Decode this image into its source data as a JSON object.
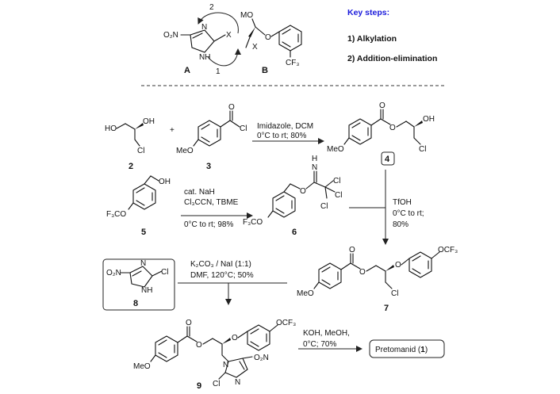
{
  "key_steps": {
    "title": "Key steps:",
    "title_color": "#1a1adb",
    "step1": "1) Alkylation",
    "step2": "2) Addition-elimination"
  },
  "top": {
    "label_a": "A",
    "label_b": "B",
    "arrow1": "1",
    "arrow2": "2",
    "no2": "O₂N",
    "x_a": "X",
    "n_a": "N",
    "nh_a": "NH",
    "mo": "MO",
    "o_b": "O",
    "x_b": "X",
    "cf3_b": "CF₃"
  },
  "compounds": {
    "c2": "2",
    "c3": "3",
    "c4": "4",
    "c5": "5",
    "c6": "6",
    "c7": "7",
    "c8": "8",
    "c9": "9",
    "plus": "+"
  },
  "atoms": {
    "ho": "HO",
    "oh": "OH",
    "cl": "Cl",
    "meo": "MeO",
    "o": "O",
    "f3co": "F₃CO",
    "ocf3": "OCF₃",
    "hn": "H",
    "n": "N",
    "nh": "NH",
    "cl3": "Cl",
    "no2": "O₂N"
  },
  "conditions": {
    "r1_line1": "Imidazole, DCM",
    "r1_line2": "0°C to rt; 80%",
    "r2_line1": "cat. NaH",
    "r2_line2": "Cl₃CCN, TBME",
    "r2_line3": "0°C to rt; 98%",
    "r3_line1": "TfOH",
    "r3_line2": "0°C to rt;",
    "r3_line3": "80%",
    "r4_line1": "K₂CO₃ / NaI (1:1)",
    "r4_line2": "DMF, 120°C; 50%",
    "r5_line1": "KOH, MeOH,",
    "r5_line2": "0°C; 70%"
  },
  "product": {
    "name": "Pretomanid (",
    "number": "1",
    "close": ")"
  }
}
